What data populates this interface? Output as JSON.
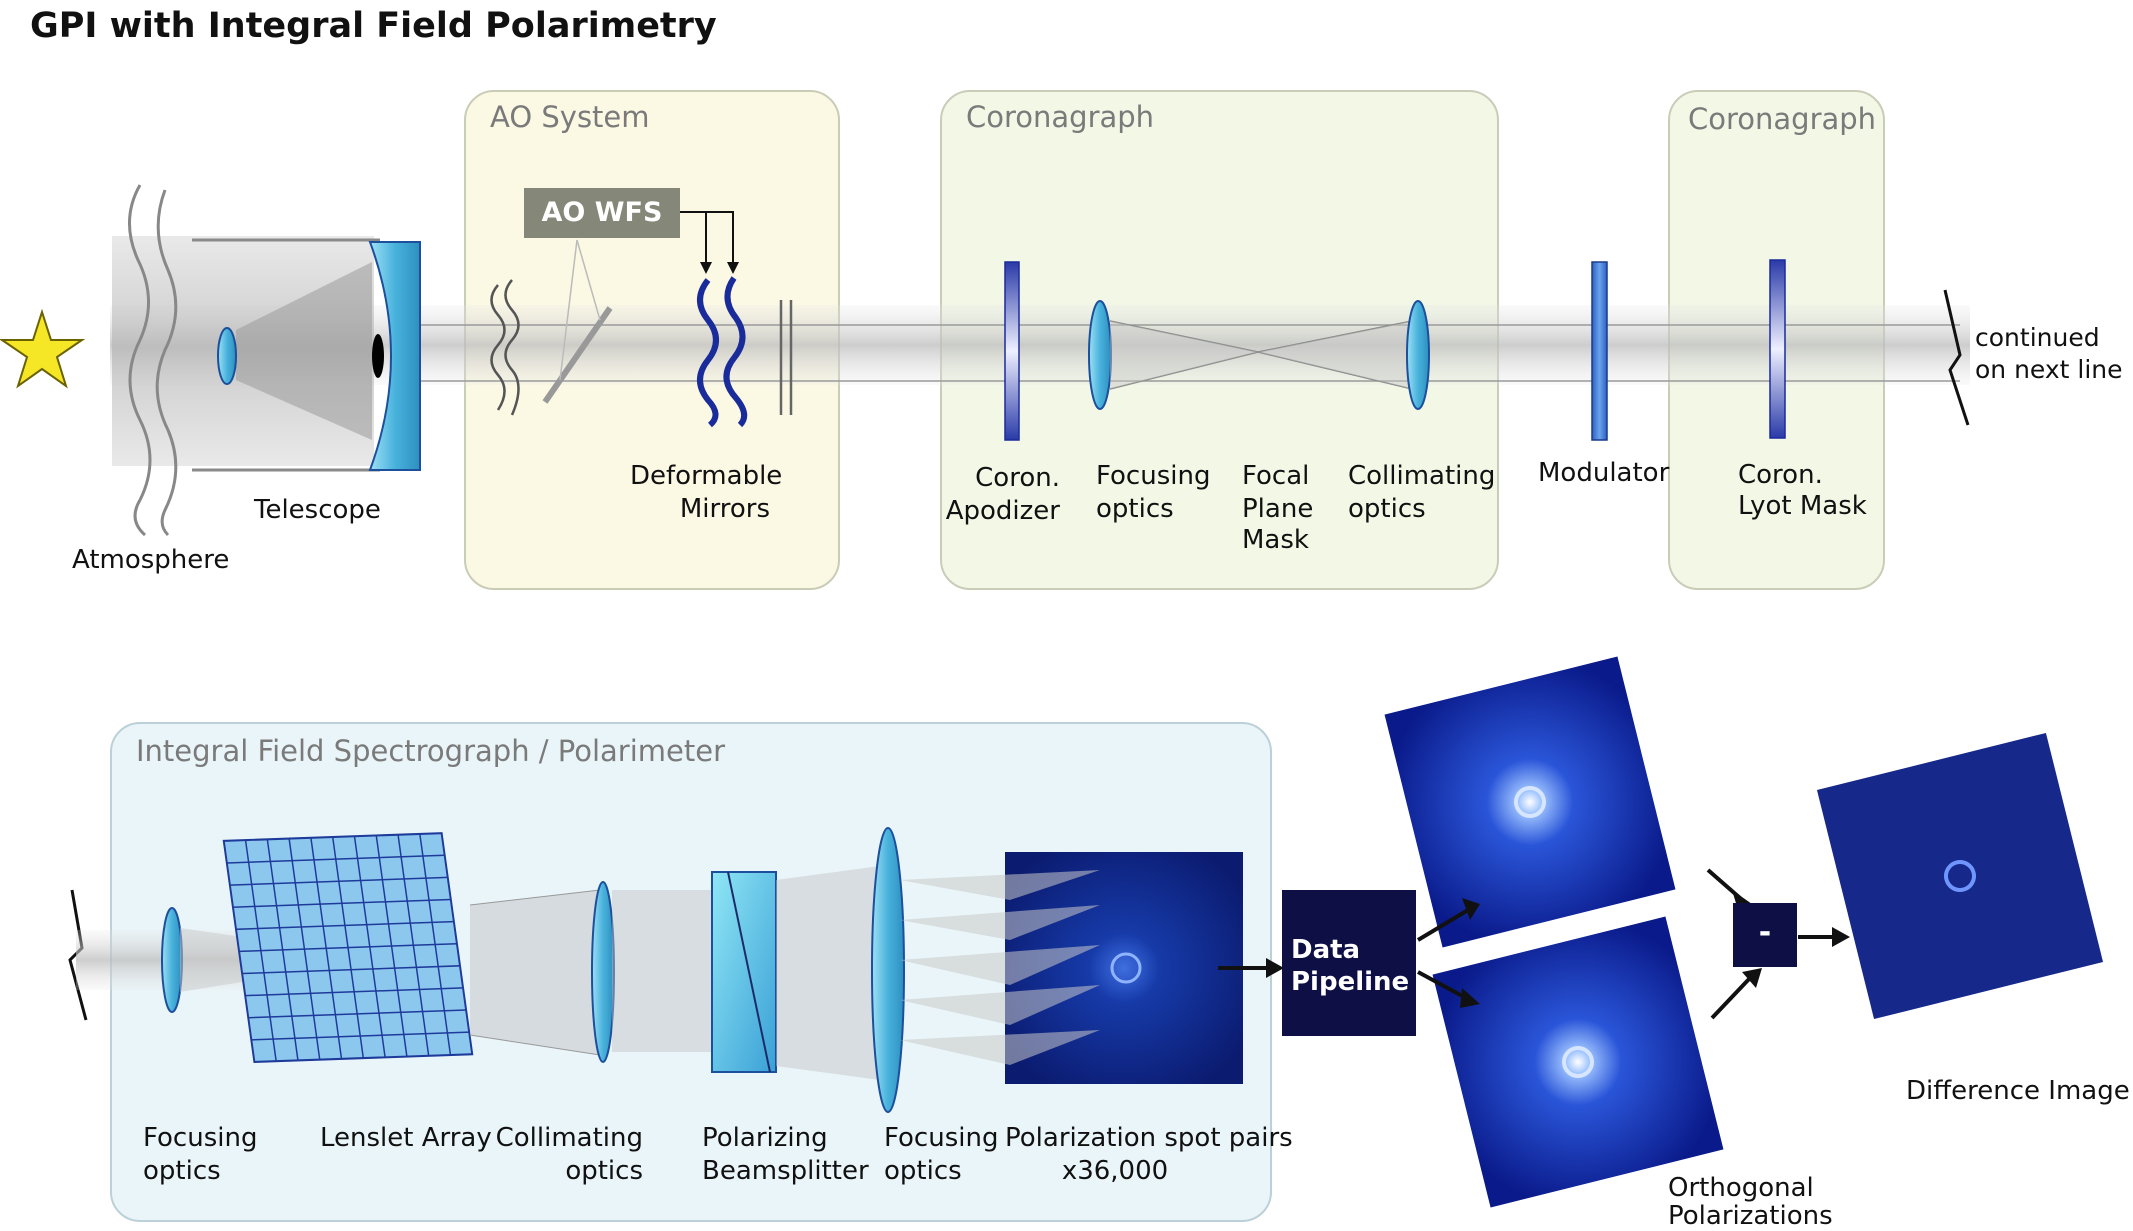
{
  "title": "GPI with Integral Field Polarimetry",
  "boxes": {
    "ao": "AO System",
    "coronagraph1": "Coronagraph",
    "coronagraph2": "Coronagraph",
    "ifs": "Integral Field Spectrograph / Polarimeter"
  },
  "wfs_label": "AO WFS",
  "top_labels": {
    "atmosphere": "Atmosphere",
    "telescope": "Telescope",
    "deformable_1": "Deformable",
    "deformable_2": "Mirrors",
    "apodizer_1": "Coron.",
    "apodizer_2": "Apodizer",
    "focusing_1": "Focusing",
    "focusing_2": "optics",
    "fpm_1": "Focal",
    "fpm_2": "Plane",
    "fpm_3": "Mask",
    "collimating_1": "Collimating",
    "collimating_2": "optics",
    "modulator": "Modulator",
    "lyot_1": "Coron.",
    "lyot_2": "Lyot Mask",
    "continued_1": "continued",
    "continued_2": "on next line"
  },
  "bottom_labels": {
    "focusing_1": "Focusing",
    "focusing_2": "optics",
    "lenslet": "Lenslet Array",
    "collimating_1": "Collimating",
    "collimating_2": "optics",
    "beamsplitter_1": "Polarizing",
    "beamsplitter_2": "Beamsplitter",
    "focusing2_1": "Focusing",
    "focusing2_2": "optics",
    "spots_1": "Polarization spot pairs",
    "spots_2": "x36,000",
    "pipeline_1": "Data",
    "pipeline_2": "Pipeline",
    "orthogonal_1": "Orthogonal",
    "orthogonal_2": "Polarizations",
    "minus": "-",
    "difference": "Difference Image"
  },
  "colors": {
    "lens": "#4fb3d9",
    "mirror_blue": "#1a2b9a",
    "image_blue": "#1530b8",
    "dark_navy": "#0d0f45",
    "star": "#f5e626"
  }
}
